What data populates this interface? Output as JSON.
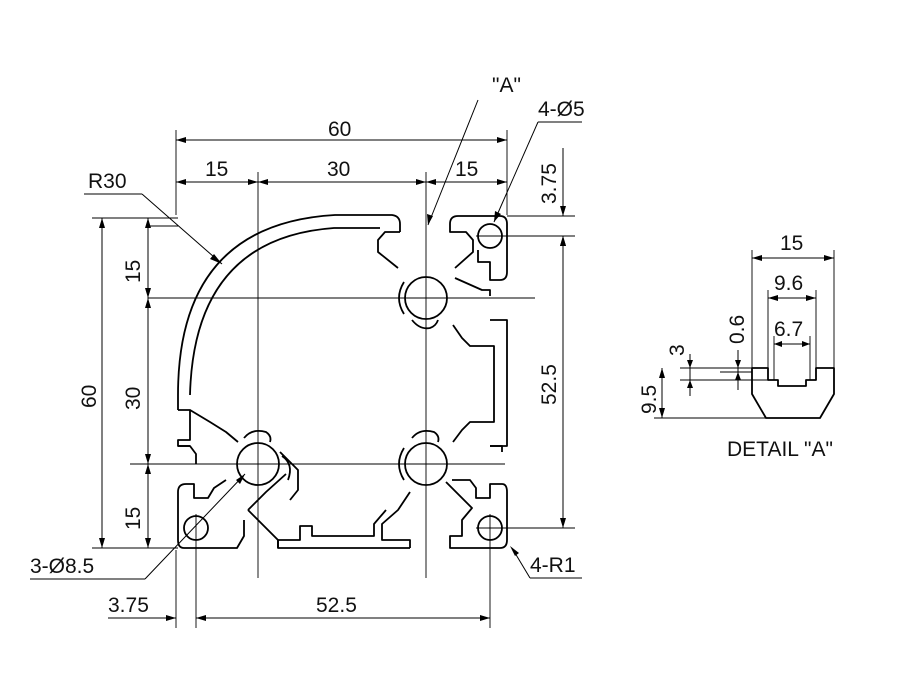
{
  "colors": {
    "line": "#000000",
    "text": "#111111",
    "background": "#ffffff"
  },
  "labels": {
    "a_marker": "\"A\"",
    "holes_5": "4-Ø5",
    "radius_30": "R30",
    "holes_8_5": "3-Ø8.5",
    "corner_r1": "4-R1",
    "detail_title": "DETAIL \"A\""
  },
  "dims": {
    "top_overall": "60",
    "top_left": "15",
    "top_mid": "30",
    "top_right": "15",
    "right_offset": "3.75",
    "right_span": "52.5",
    "left_overall": "60",
    "left_top": "15",
    "left_mid": "30",
    "left_bottom": "15",
    "bottom_offset": "3.75",
    "bottom_span": "52.5"
  },
  "detail_dims": {
    "width": "15",
    "slot_outer": "9.6",
    "slot_inner": "6.7",
    "thickness": "0.6",
    "lip": "3",
    "depth": "9.5"
  }
}
